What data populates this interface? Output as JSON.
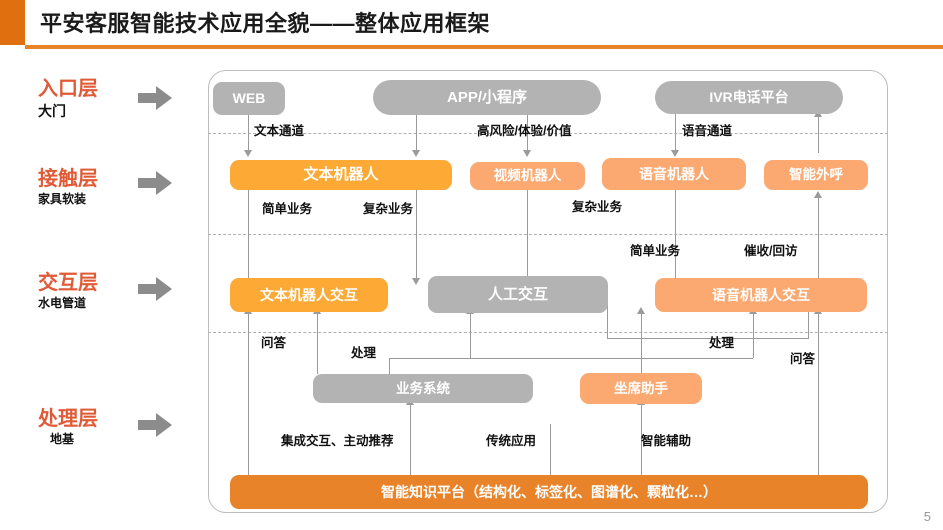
{
  "header": {
    "title": "平安客服智能技术应用全貌——整体应用框架",
    "accent_color": "#E0700F",
    "rule_color": "#E8832A"
  },
  "page_number": "5",
  "palette": {
    "layer_title": "#E05A37",
    "gray": "#B3B3B3",
    "orange": "#FCA935",
    "light_orange": "#FBA971",
    "dark_orange": "#E8832A",
    "connector": "#9A9A9A"
  },
  "layers": [
    {
      "title": "入口层",
      "sub": "大门",
      "arrow_icon": "right-arrow-icon"
    },
    {
      "title": "接触层",
      "sub": "家具软装",
      "arrow_icon": "right-arrow-icon"
    },
    {
      "title": "交互层",
      "sub": "水电管道",
      "arrow_icon": "right-arrow-icon"
    },
    {
      "title": "处理层",
      "sub": "地基",
      "arrow_icon": "right-arrow-icon"
    }
  ],
  "nodes": {
    "entry": [
      {
        "id": "web",
        "label": "WEB",
        "style": "gray",
        "shape": "r-rect"
      },
      {
        "id": "app",
        "label": "APP/小程序",
        "style": "gray",
        "shape": "r-pill"
      },
      {
        "id": "ivr",
        "label": "IVR电话平台",
        "style": "gray",
        "shape": "r-pill"
      }
    ],
    "contact": [
      {
        "id": "text-bot",
        "label": "文本机器人",
        "style": "orange",
        "shape": "r-rect"
      },
      {
        "id": "video-bot",
        "label": "视频机器人",
        "style": "lorange",
        "shape": "r-rect"
      },
      {
        "id": "voice-bot",
        "label": "语音机器人",
        "style": "lorange",
        "shape": "r-rect"
      },
      {
        "id": "outbound",
        "label": "智能外呼",
        "style": "lorange",
        "shape": "r-rect"
      }
    ],
    "interaction": [
      {
        "id": "text-bot-ix",
        "label": "文本机器人交互",
        "style": "orange",
        "shape": "r-rect"
      },
      {
        "id": "human-ix",
        "label": "人工交互",
        "style": "gray",
        "shape": "r-rect"
      },
      {
        "id": "voice-bot-ix",
        "label": "语音机器人交互",
        "style": "lorange",
        "shape": "r-rect"
      }
    ],
    "processing": [
      {
        "id": "biz-system",
        "label": "业务系统",
        "style": "gray",
        "shape": "r-rect"
      },
      {
        "id": "agent-asst",
        "label": "坐席助手",
        "style": "lorange",
        "shape": "r-rect"
      }
    ],
    "foundation": {
      "id": "knowledge-platform",
      "label": "智能知识平台（结构化、标签化、图谱化、颗粒化…）",
      "style": "dorange",
      "shape": "r-rect"
    }
  },
  "edge_labels": {
    "text_channel": "文本通道",
    "high_risk": "高风险/体验/价值",
    "voice_channel": "语音通道",
    "simple_biz_1": "简单业务",
    "complex_biz_1": "复杂业务",
    "complex_biz_2": "复杂业务",
    "simple_biz_2": "简单业务",
    "collection_revisit": "催收/回访",
    "qa_left": "问答",
    "handle_left": "处理",
    "handle_right": "处理",
    "qa_right": "问答",
    "integrated": "集成交互、主动推荐",
    "traditional": "传统应用",
    "smart_assist": "智能辅助"
  }
}
